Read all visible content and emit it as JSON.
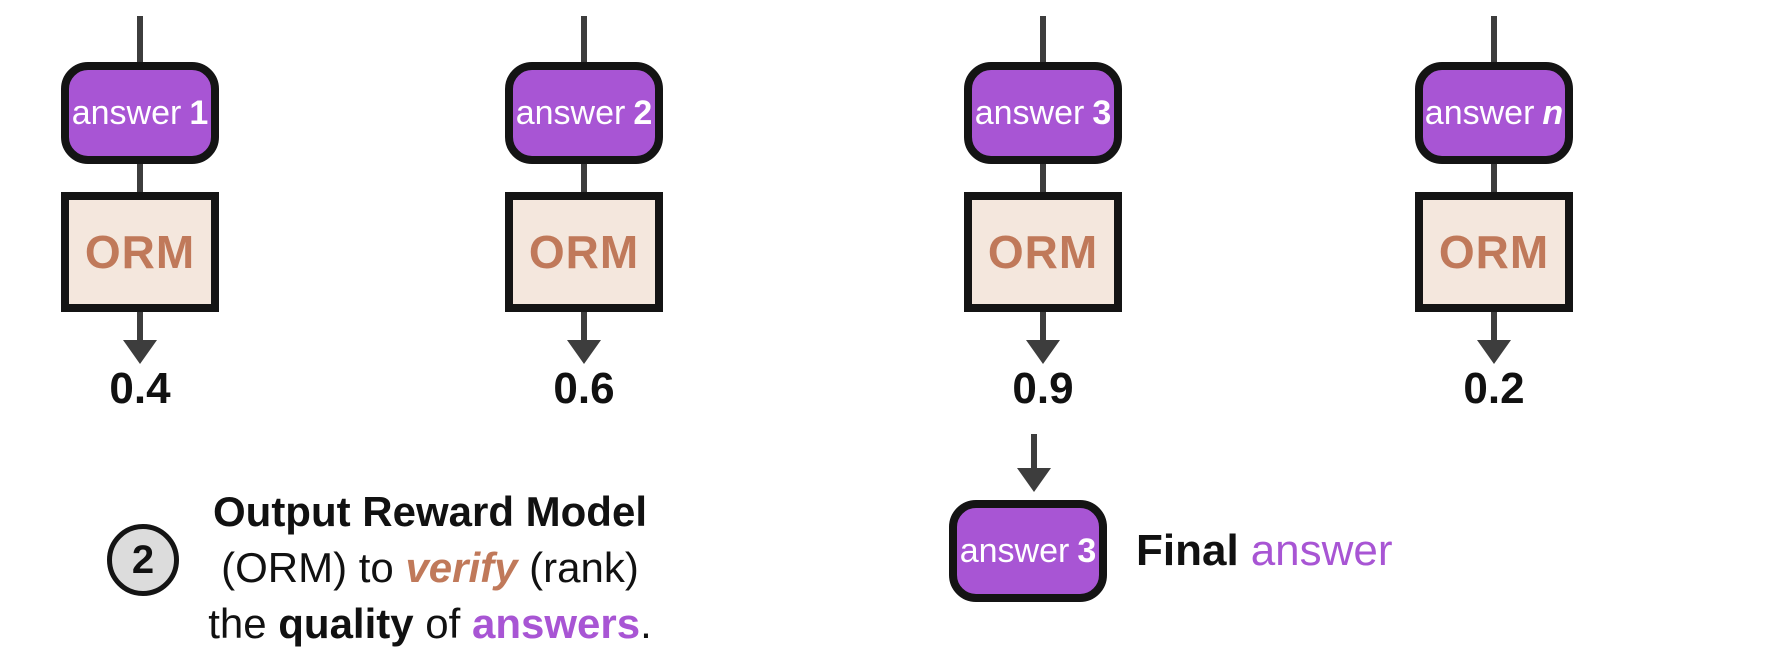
{
  "colors": {
    "answer_fill": "#a855d4",
    "answer_text": "#ffffff",
    "orm_fill": "#f4e7dd",
    "orm_text": "#c0795a",
    "outline": "#141414",
    "arrow": "#3d3d3d",
    "badge_fill": "#dcdcdc",
    "accent_purple": "#a855d4",
    "accent_terracotta": "#c0795a"
  },
  "columns": [
    {
      "answer_word": "answer",
      "answer_id": "1",
      "model": "ORM",
      "score": "0.4"
    },
    {
      "answer_word": "answer",
      "answer_id": "2",
      "model": "ORM",
      "score": "0.6"
    },
    {
      "answer_word": "answer",
      "answer_id": "3",
      "model": "ORM",
      "score": "0.9"
    },
    {
      "answer_word": "answer",
      "answer_id": "n",
      "model": "ORM",
      "score": "0.2"
    }
  ],
  "final": {
    "answer_word": "answer",
    "answer_id": "3",
    "label_bold": "Final",
    "label_accent": "answer"
  },
  "caption": {
    "badge": "2",
    "line1": "Output Reward Model",
    "line2_prefix": "(ORM) to ",
    "line2_verify": "verify",
    "line2_suffix": " (rank)",
    "line3_prefix": "the ",
    "line3_quality": "quality",
    "line3_mid": " of ",
    "line3_answers": "answers",
    "line3_end": "."
  }
}
